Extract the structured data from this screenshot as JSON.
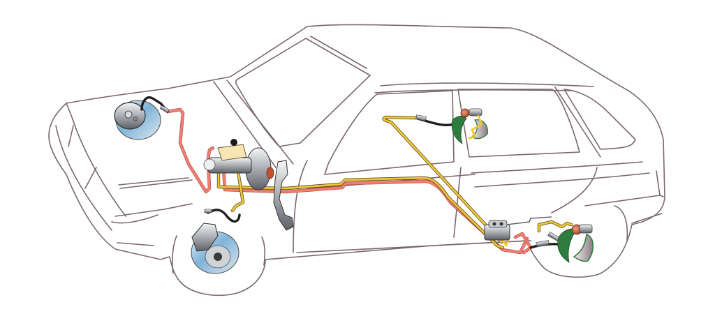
{
  "diagram": {
    "subject": "vehicle-brake-system",
    "colors": {
      "body_fill": "#ddeefb",
      "body_outline": "#7a676c",
      "circuit_primary": "#f0c83a",
      "circuit_secondary": "#ee7f72",
      "hose": "#1e1e1e",
      "shoe_lining": "#2e7d3e",
      "wheel_cylinder": "#c0522e",
      "reservoir": "#f5e6b4",
      "metal": "#b8bcc2",
      "disc_blue": "#7fb3d8"
    },
    "components": [
      {
        "id": "front-left-disc-brake",
        "icon": "disc-brake-icon"
      },
      {
        "id": "front-right-disc-brake",
        "icon": "disc-brake-icon"
      },
      {
        "id": "master-cylinder",
        "icon": "master-cylinder-icon"
      },
      {
        "id": "brake-fluid-reservoir",
        "icon": "reservoir-icon"
      },
      {
        "id": "vacuum-booster",
        "icon": "booster-icon"
      },
      {
        "id": "brake-pedal",
        "icon": "pedal-icon"
      },
      {
        "id": "pressure-regulator",
        "icon": "regulator-icon"
      },
      {
        "id": "rear-left-drum-brake",
        "icon": "drum-brake-icon"
      },
      {
        "id": "rear-right-drum-brake",
        "icon": "drum-brake-icon"
      }
    ],
    "circuits": [
      {
        "id": "circuit-yellow",
        "color": "#f0c83a"
      },
      {
        "id": "circuit-red",
        "color": "#ee7f72"
      }
    ]
  }
}
